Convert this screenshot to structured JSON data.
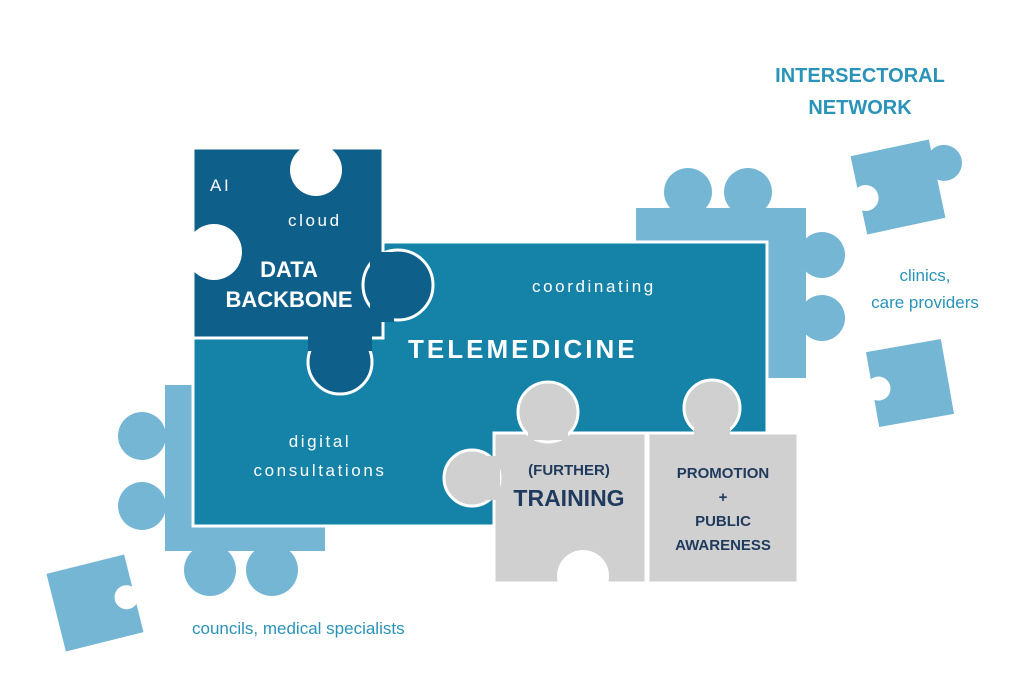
{
  "header": {
    "title_line1": "INTERSECTORAL",
    "title_line2": "NETWORK"
  },
  "pieces": {
    "data_backbone": {
      "tag_ai": "AI",
      "tag_cloud": "cloud",
      "line1": "DATA",
      "line2": "BACKBONE"
    },
    "telemedicine": {
      "title": "TELEMEDICINE",
      "tag_coordinating": "coordinating",
      "tag_line1": "digital",
      "tag_line2": "consultations"
    },
    "training": {
      "line1": "(FURTHER)",
      "line2": "TRAINING"
    },
    "promotion": {
      "line1": "PROMOTION",
      "line2": "+",
      "line3": "PUBLIC",
      "line4": "AWARENESS"
    }
  },
  "network_labels": {
    "right_line1": "clinics,",
    "right_line2": "care providers",
    "bottom": "councils, medical specialists"
  },
  "colors": {
    "light_blue": "#75b6d4",
    "mid_blue": "#1582a8",
    "dark_blue": "#0e5f8a",
    "grey": "#d0d0d0",
    "navy_text": "#1f3a5c",
    "teal_text": "#2a93b8"
  }
}
